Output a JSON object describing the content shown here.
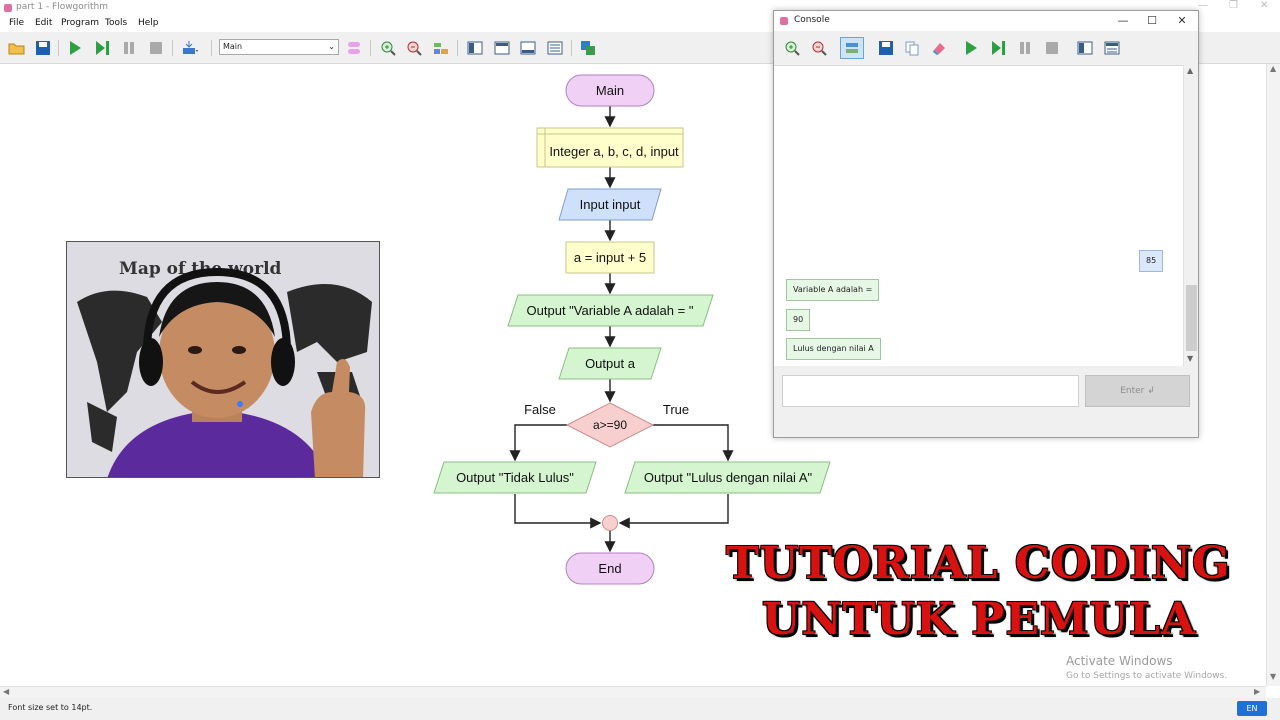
{
  "window": {
    "title": "part 1 - Flowgorithm"
  },
  "menu": [
    "File",
    "Edit",
    "Program",
    "Tools",
    "Help"
  ],
  "toolbar": {
    "function_select": "Main",
    "icons": [
      "open-folder",
      "save",
      "run",
      "step",
      "pause",
      "stop",
      "variable-watch",
      "function-select",
      "shape-style",
      "zoom-in",
      "zoom-out",
      "chart-style",
      "layout-1",
      "layout-2",
      "layout-3",
      "layout-4",
      "translate"
    ]
  },
  "flowchart": {
    "start": "Main",
    "declare": "Integer a, b, c, d, input",
    "input": "Input input",
    "assign": "a = input + 5",
    "output1": "Output \"Variable A adalah = \"",
    "output2": "Output a",
    "decision": "a>=90",
    "false_label": "False",
    "true_label": "True",
    "output_false": "Output \"Tidak Lulus\"",
    "output_true": "Output \"Lulus dengan nilai A\"",
    "end": "End"
  },
  "webcam": {
    "poster_text": "Map of the world"
  },
  "overlay": {
    "line1": "TUTORIAL CODING",
    "line2": "UNTUK PEMULA"
  },
  "watermark": {
    "line1": "Activate Windows",
    "line2": "Go to Settings to activate Windows."
  },
  "status": {
    "text": "Font size set to 14pt.",
    "language": "EN"
  },
  "console": {
    "title": "Console",
    "messages": [
      {
        "type": "input",
        "text": "85"
      },
      {
        "type": "output",
        "text": "Variable A adalah ="
      },
      {
        "type": "output",
        "text": "90"
      },
      {
        "type": "output",
        "text": "Lulus dengan nilai A"
      }
    ],
    "enter_label": "Enter ↲",
    "input_value": ""
  },
  "colors": {
    "terminal": "#f0d0f5",
    "declare": "#ffffcc",
    "input": "#cfe0fa",
    "output": "#d4f5d0",
    "decision": "#f8cfcf",
    "overlay_text": "#d81111"
  }
}
